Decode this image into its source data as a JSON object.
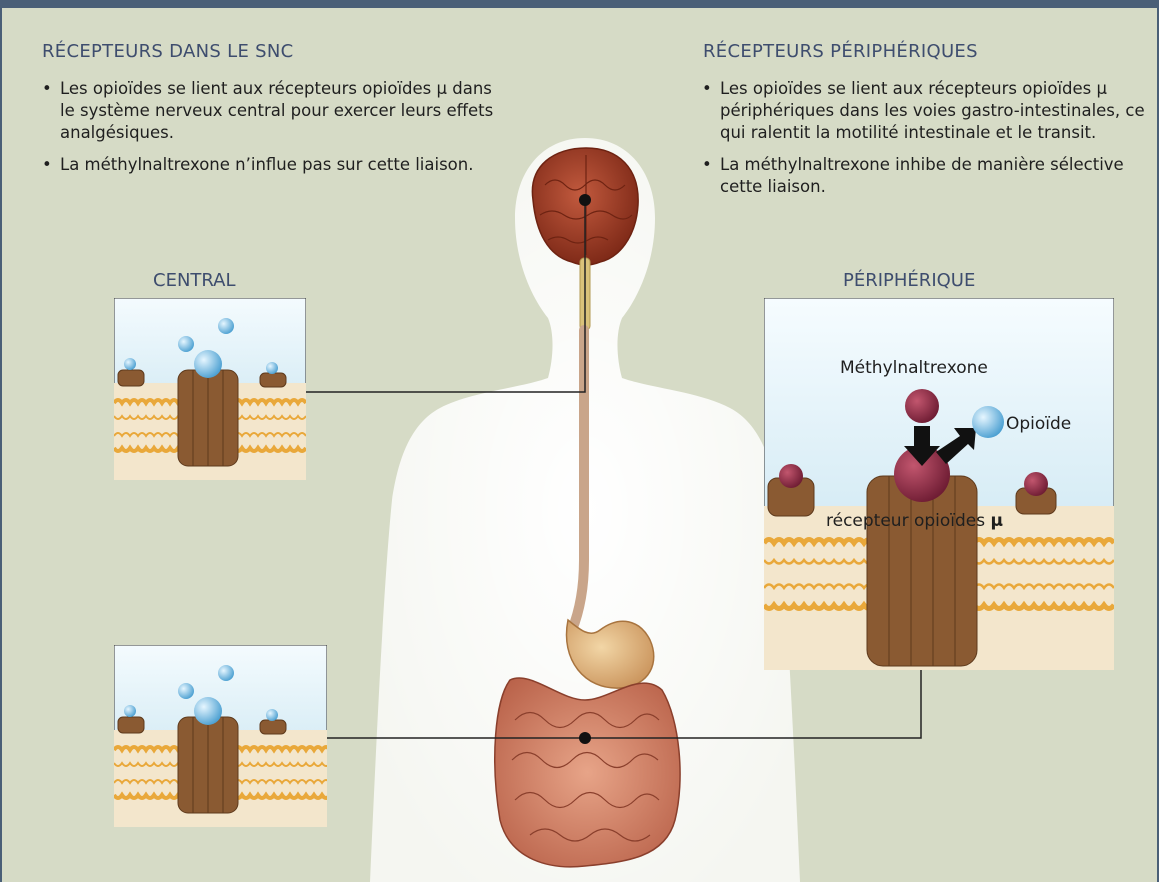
{
  "left_panel": {
    "heading": "RÉCEPTEURS DANS LE SNC",
    "bullets": [
      "Les opioïdes se lient aux récepteurs opioïdes µ dans le système nerveux central pour exercer leurs effets analgésiques.",
      "La méthylnaltrexone n’influe pas sur cette liaison."
    ],
    "label": "CENTRAL"
  },
  "right_panel": {
    "heading": "RÉCEPTEURS PÉRIPHÉRIQUES",
    "bullets": [
      "Les opioïdes se lient aux récepteurs opioïdes µ périphériques dans les voies gastro-intestinales, ce qui ralentit la motilité intestinale et le transit.",
      "La méthylnaltrexone inhibe de manière sélective cette liaison."
    ],
    "label": "PÉRIPHÉRIQUE"
  },
  "inset_labels": {
    "methylnaltrexone": "Méthylnaltrexone",
    "opioid": "Opioïde",
    "receptor": "récepteur opioïdes",
    "receptor_symbol": "µ"
  },
  "colors": {
    "background": "#d6dbc6",
    "frame": "#4a5f77",
    "heading": "#3e4d6e",
    "silhouette": "#ffffff",
    "brain": "#a13e2a",
    "opioid": "#7ec3ea",
    "methylnaltrexone": "#8a2a45",
    "receptor": "#8a5a32",
    "membrane": "#f0b545"
  }
}
